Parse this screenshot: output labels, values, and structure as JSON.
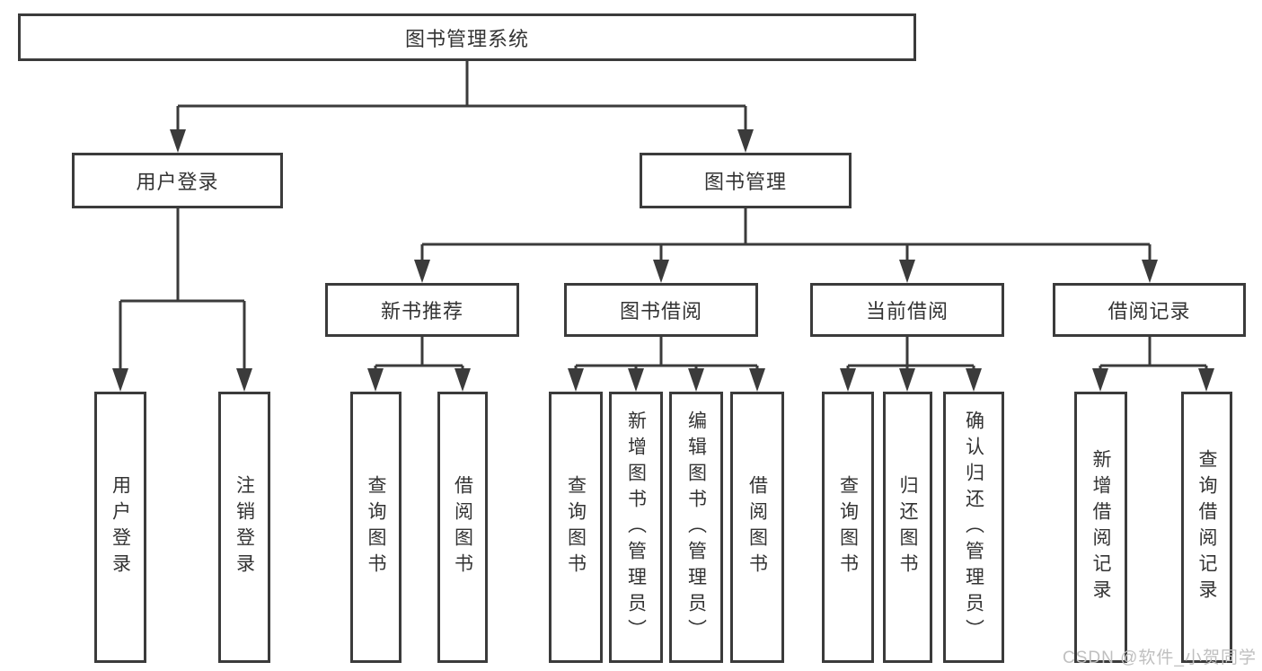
{
  "tree": {
    "root": {
      "label": "图书管理系统"
    },
    "branches": [
      {
        "label": "用户登录",
        "children": [
          "用户登录",
          "注销登录"
        ]
      },
      {
        "label": "图书管理",
        "children": [
          {
            "label": "新书推荐",
            "children": [
              "查询图书",
              "借阅图书"
            ]
          },
          {
            "label": "图书借阅",
            "children": [
              "查询图书",
              "新增图书（管理员）",
              "编辑图书（管理员）",
              "借阅图书"
            ]
          },
          {
            "label": "当前借阅",
            "children": [
              "查询图书",
              "归还图书",
              "确认归还（管理员）"
            ]
          },
          {
            "label": "借阅记录",
            "children": [
              "新增借阅记录",
              "查询借阅记录"
            ]
          }
        ]
      }
    ]
  },
  "watermark": "CSDN @软件_小贺同学",
  "colors": {
    "line": "#3b3b3b",
    "text": "#333333",
    "watermark": "#bfbfbf",
    "background": "#ffffff"
  }
}
